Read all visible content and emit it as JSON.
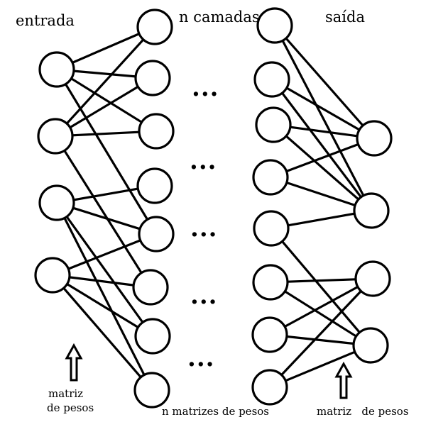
{
  "labels": {
    "input": "entrada",
    "layers": "n camadas",
    "output": "saída",
    "weights_left_line1": "matriz",
    "weights_left_line2": "de pesos",
    "weights_center": "n matrizes de pesos",
    "weights_right": "matriz   de pesos"
  },
  "ellipsis": [
    "...",
    "...",
    "...",
    "...",
    "..."
  ],
  "network": {
    "input_nodes": [
      "in-1",
      "in-2",
      "in-3",
      "in-4"
    ],
    "hidden_left_nodes": [
      "hl-1",
      "hl-2",
      "hl-3",
      "hl-4",
      "hl-5",
      "hl-6",
      "hl-7",
      "hl-8"
    ],
    "hidden_right_nodes": [
      "hr-1",
      "hr-2",
      "hr-3",
      "hr-4",
      "hr-5",
      "hr-6",
      "hr-7",
      "hr-8"
    ],
    "output_nodes": [
      "out-1",
      "out-2",
      "out-3",
      "out-4"
    ],
    "edges_input_to_hidden": [
      [
        "in-1",
        "hl-1"
      ],
      [
        "in-1",
        "hl-2"
      ],
      [
        "in-1",
        "hl-3"
      ],
      [
        "in-1",
        "hl-5"
      ],
      [
        "in-2",
        "hl-1"
      ],
      [
        "in-2",
        "hl-2"
      ],
      [
        "in-2",
        "hl-3"
      ],
      [
        "in-2",
        "hl-6"
      ],
      [
        "in-3",
        "hl-4"
      ],
      [
        "in-3",
        "hl-5"
      ],
      [
        "in-3",
        "hl-7"
      ],
      [
        "in-3",
        "hl-8"
      ],
      [
        "in-4",
        "hl-5"
      ],
      [
        "in-4",
        "hl-6"
      ],
      [
        "in-4",
        "hl-7"
      ],
      [
        "in-4",
        "hl-8"
      ]
    ],
    "edges_hidden_to_output": [
      [
        "hr-1",
        "out-1"
      ],
      [
        "hr-1",
        "out-2"
      ],
      [
        "hr-2",
        "out-1"
      ],
      [
        "hr-2",
        "out-2"
      ],
      [
        "hr-3",
        "out-1"
      ],
      [
        "hr-3",
        "out-2"
      ],
      [
        "hr-4",
        "out-1"
      ],
      [
        "hr-4",
        "out-2"
      ],
      [
        "hr-5",
        "out-2"
      ],
      [
        "hr-5",
        "out-4"
      ],
      [
        "hr-6",
        "out-3"
      ],
      [
        "hr-6",
        "out-4"
      ],
      [
        "hr-7",
        "out-3"
      ],
      [
        "hr-7",
        "out-4"
      ],
      [
        "hr-8",
        "out-3"
      ],
      [
        "hr-8",
        "out-4"
      ]
    ]
  }
}
